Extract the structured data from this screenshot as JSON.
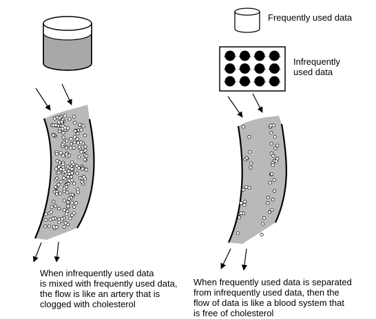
{
  "legend": {
    "frequent_label": "Frequently used data",
    "infrequent_label": "Infrequently\nused data"
  },
  "captions": {
    "left": "When infrequently used data\nis mixed with frequently used data,\nthe flow is like an artery that is\nclogged with cholesterol",
    "right": "When frequently used data is separated\nfrom infrequently used data, then the\nflow of data is like a blood system that\nis free of cholesterol"
  },
  "colors": {
    "vessel_fill": "#b9b9b9",
    "ink": "#000000",
    "cylinder_contents": "#a8a8a8",
    "particle_fill": "#ffffff"
  }
}
